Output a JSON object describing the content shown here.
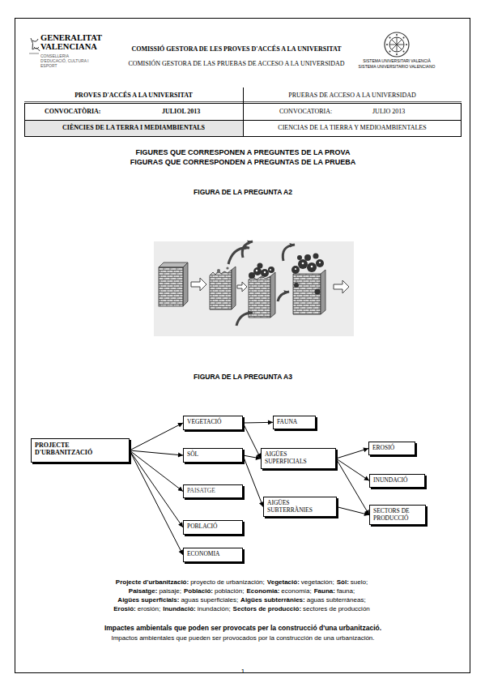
{
  "diagram": {
    "title": "FIGURES QUE CORRESPONEN A PREGUNTES DE LA PROVA",
    "caption": "Impactes ambientals que poden ser provocats per la construcció d'una urbanització.",
    "nodes": [
      {
        "text": [
          "PROJECTE D'URBANITZACIÓ"
        ]
      },
      {
        "text": [
          "VEGETACIÓ"
        ]
      },
      {
        "text": [
          "FAUNA"
        ]
      },
      {
        "text": [
          "SÒL"
        ]
      },
      {
        "text": [
          "AIGÜES SUPERFICIALS"
        ]
      },
      {
        "text": [
          "EROSIÓ"
        ]
      },
      {
        "text": [
          "PAISATGE"
        ]
      },
      {
        "text": [
          "INUNDACIÓ"
        ]
      },
      {
        "text": [
          "AIGÜES SUBTERRÀNIES"
        ]
      },
      {
        "text": [
          "SECTORS DE PRODUCCIÓ"
        ]
      },
      {
        "text": [
          "POBLACIÓ"
        ]
      },
      {
        "text": [
          "ECONOMIA"
        ]
      }
    ],
    "edges": [
      {
        "from": 0,
        "to": 1,
        "arrow": "to"
      },
      {
        "from": 0,
        "to": 3,
        "arrow": "to"
      },
      {
        "from": 0,
        "to": 6,
        "arrow": "to"
      },
      {
        "from": 0,
        "to": 10,
        "arrow": "to"
      },
      {
        "from": 0,
        "to": 11,
        "arrow": "to"
      },
      {
        "from": 1,
        "to": 2,
        "arrow": "to"
      },
      {
        "from": 1,
        "to": 4,
        "arrow": "to"
      },
      {
        "from": 3,
        "to": 4,
        "arrow": "to"
      },
      {
        "from": 3,
        "to": 8,
        "arrow": "to"
      },
      {
        "from": 4,
        "to": 5,
        "arrow": "to"
      },
      {
        "from": 4,
        "to": 7,
        "arrow": "to"
      },
      {
        "from": 4,
        "to": 9,
        "arrow": "to"
      },
      {
        "from": 8,
        "to": 9,
        "arrow": "to"
      }
    ],
    "labels": [
      "GENERALITAT VALENCIANA",
      "CONSELLERIA D'EDUCACIÓ, CULTURA I ESPORT",
      "COMISSIÓ GESTORA DE LES PROVES D'ACCÉS A LA UNIVERSITAT",
      "COMISIÓN GESTORA DE LAS PRUEBAS DE ACCESO A LA UNIVERSIDAD",
      "SISTEMA UNIVERSITARI VALENCIÀ",
      "SISTEMA UNIVERSITARIO VALENCIANO",
      "PROVES D'ACCÉS A LA UNIVERSITAT",
      "PRUEBAS DE ACCESO A LA UNIVERSIDAD",
      "CONVOCATÒRIA:",
      "JULIOL 2013",
      "CONVOCATORIA:",
      "JULIO 2013",
      "CIÈNCIES DE LA TERRA I MEDIAMBIENTALS",
      "CIENCIAS DE LA TIERRA Y MEDIOAMBIENTALES",
      "FIGURAS QUE CORRESPONDEN A PREGUNTAS DE LA PRUEBA",
      "FIGURA DE LA PREGUNTA A2",
      "FIGURA DE LA PREGUNTA A3",
      "Projecte d'urbanització:",
      "proyecto de urbanización;",
      "Vegetació:",
      "vegetación;",
      "Sòl:",
      "suelo;",
      "Paisatge:",
      "paisaje;",
      "Població:",
      "población;",
      "Economia:",
      "economía;",
      "Fauna:",
      "fauna;",
      "Aigües superficials:",
      "aguas superficiales;",
      "Aigües subterrànies:",
      "aguas subterráneas;",
      "Erosió:",
      "erosión;",
      "Inundació:",
      "inundación;",
      "Sectors de producció:",
      "sectores de producción",
      "Impactos ambientales que pueden ser provocados por la construcción de una urbanización.",
      "1"
    ]
  }
}
